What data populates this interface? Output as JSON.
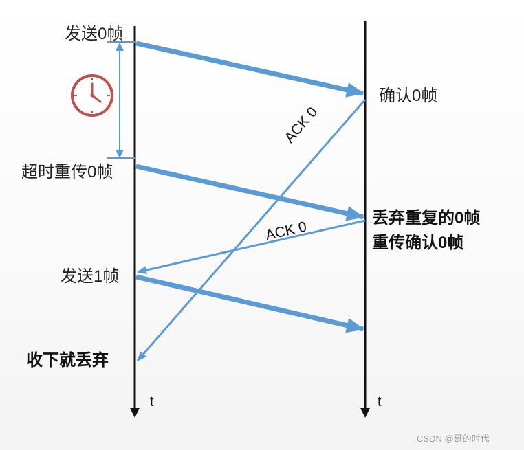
{
  "labels": {
    "send0": "发送0帧",
    "confirm0": "确认0帧",
    "timeout_resend0": "超时重传0帧",
    "discard_dup0": "丢弃重复的0帧",
    "resend_confirm0": "重传确认0帧",
    "send1": "发送1帧",
    "receive_discard": "收下就丢弃",
    "ack0_a": "ACK 0",
    "ack0_b": "ACK 0",
    "t_left": "t",
    "t_right": "t"
  },
  "icons": {
    "timer": "clock-icon"
  },
  "colors": {
    "arrow": "#5b9bd5",
    "timeline": "#111111",
    "clock": "#c0504d"
  },
  "watermark": "CSDN @哥的时代"
}
